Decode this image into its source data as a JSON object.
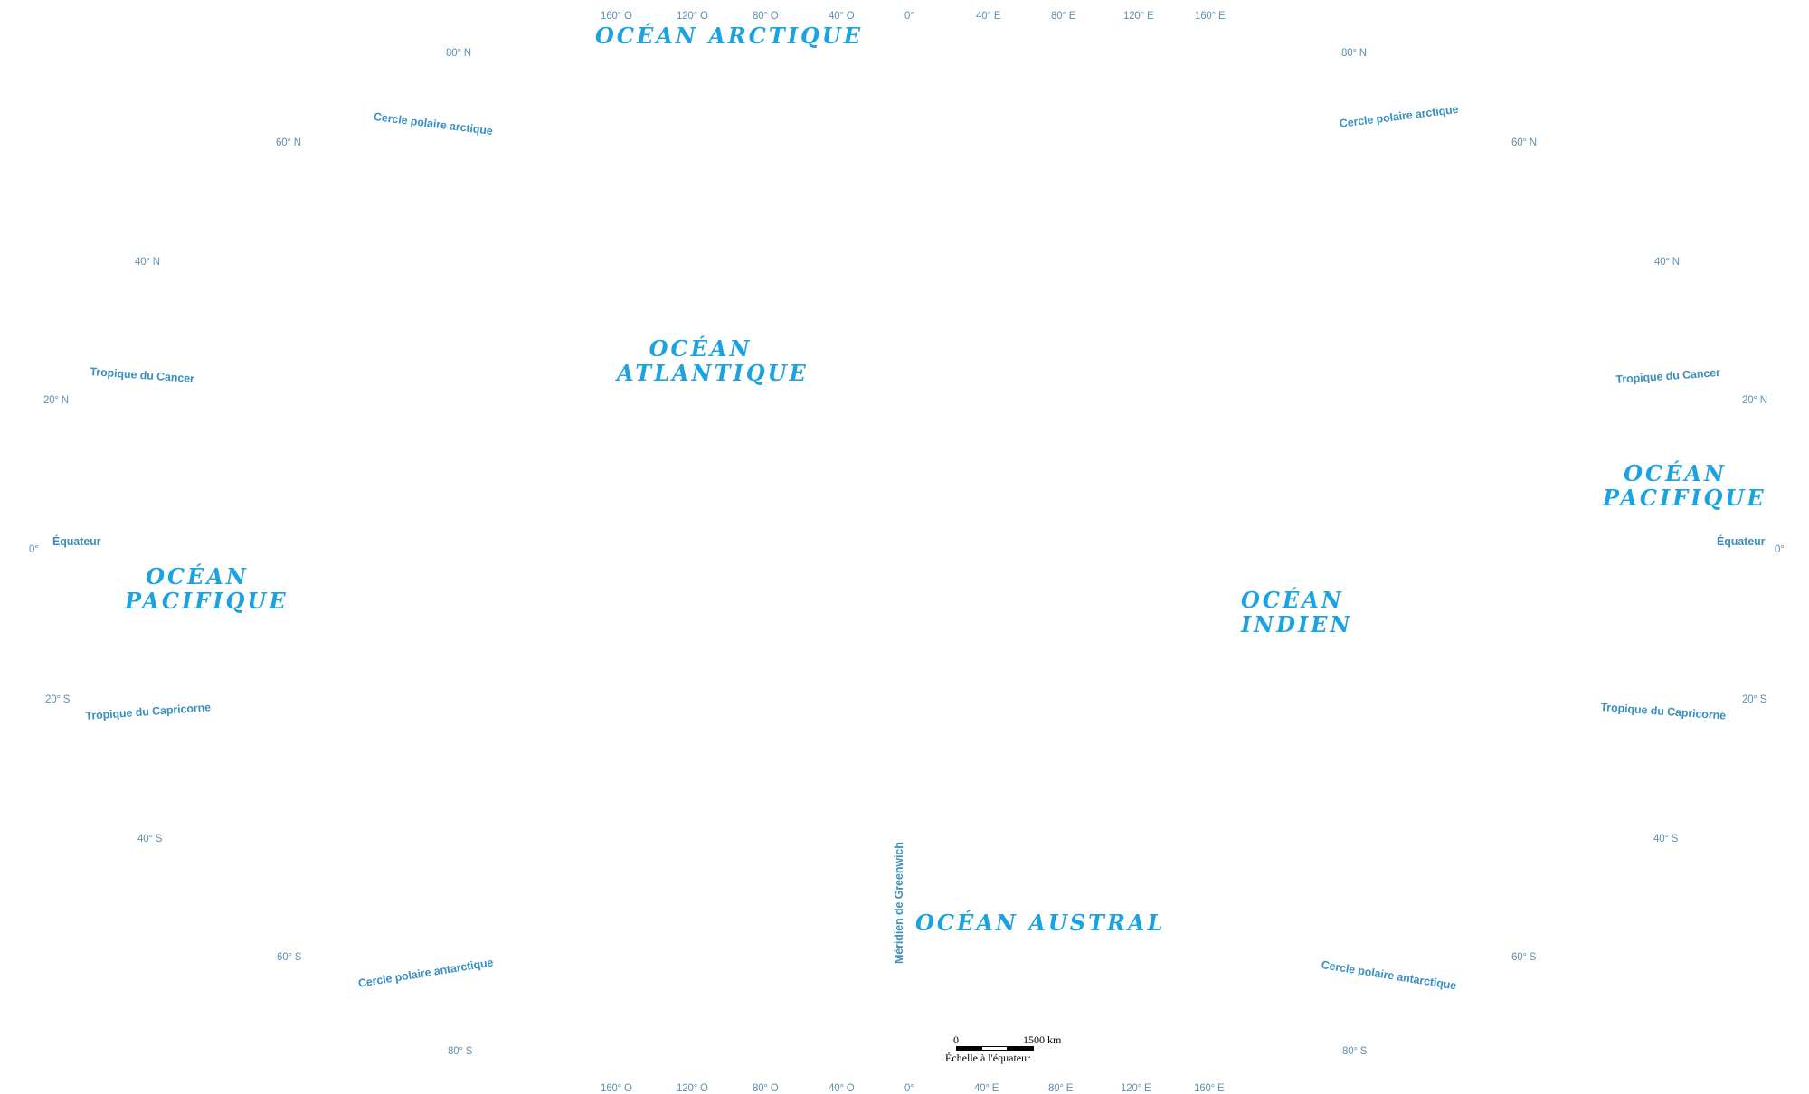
{
  "meridians_top": [
    "160° O",
    "120° O",
    "80° O",
    "40° O",
    "0°",
    "40° E",
    "80° E",
    "120° E",
    "160° E"
  ],
  "meridians_bottom": [
    "160° O",
    "120° O",
    "80° O",
    "40° O",
    "0°",
    "40° E",
    "80° E",
    "120° E",
    "160° E"
  ],
  "parallels_left": {
    "n80": "80° N",
    "n60": "60° N",
    "n40": "40° N",
    "n20": "20° N",
    "eq": "0°",
    "s20": "20° S",
    "s40": "40° S",
    "s60": "60° S",
    "s80": "80° S"
  },
  "parallels_right": {
    "n80": "80° N",
    "n60": "60° N",
    "n40": "40° N",
    "n20": "20° N",
    "eq": "0°",
    "s20": "20° S",
    "s40": "40° S",
    "s60": "60° S",
    "s80": "80° S"
  },
  "lines": {
    "arctic_circle": "Cercle polaire arctique",
    "tropic_cancer": "Tropique du Cancer",
    "equator": "Équateur",
    "tropic_capricorn": "Tropique du Capricorne",
    "antarctic_circle": "Cercle polaire antarctique",
    "greenwich": "Méridien de Greenwich"
  },
  "oceans": {
    "arctic": "OCÉAN ARCTIQUE",
    "atlantic": [
      "OCÉAN",
      "ATLANTIQUE"
    ],
    "pacific_west": [
      "OCÉAN",
      "PACIFIQUE"
    ],
    "pacific_east": [
      "OCÉAN",
      "PACIFIQUE"
    ],
    "indian": [
      "OCÉAN",
      "INDIEN"
    ],
    "austral": "OCÉAN AUSTRAL"
  },
  "scale": {
    "start": "0",
    "end": "1500 km",
    "caption": "Échelle à l'équateur"
  },
  "colors": {
    "ocean_label": "#1aa3e0",
    "line_label": "#3a8fbf",
    "coord_label": "#5d8fb0"
  }
}
